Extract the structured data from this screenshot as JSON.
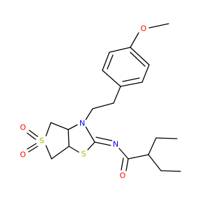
{
  "colors": {
    "background": "#ffffff",
    "bond": "#000000",
    "oxygen": "#ff0000",
    "nitrogen": "#0000ff",
    "sulfur": "#b2b200"
  },
  "atoms": [
    {
      "id": "o_methoxy",
      "symbol": "O",
      "element": "oxygen"
    },
    {
      "id": "n_ring",
      "symbol": "N",
      "element": "nitrogen"
    },
    {
      "id": "n_imine",
      "symbol": "N",
      "element": "nitrogen"
    },
    {
      "id": "s_sulfone",
      "symbol": "S",
      "element": "sulfur"
    },
    {
      "id": "o_sulfone_top",
      "symbol": "O",
      "element": "oxygen"
    },
    {
      "id": "o_sulfone_bottom",
      "symbol": "O",
      "element": "oxygen"
    },
    {
      "id": "s_thiazolidine",
      "symbol": "S",
      "element": "sulfur"
    },
    {
      "id": "o_carbonyl",
      "symbol": "O",
      "element": "oxygen"
    }
  ]
}
